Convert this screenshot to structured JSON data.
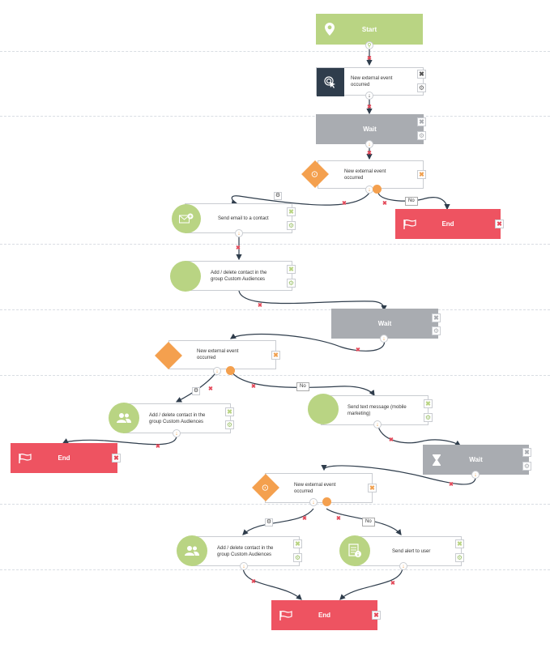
{
  "nodes": {
    "start": {
      "label": "Start"
    },
    "event1": {
      "label": "New external event occurred"
    },
    "wait1": {
      "label": "Wait"
    },
    "cond1": {
      "label": "New external event occurred"
    },
    "end1": {
      "label": "End"
    },
    "email": {
      "label": "Send email to a contact"
    },
    "audience1": {
      "label": "Add / delete contact in the group Custom Audiences"
    },
    "wait2": {
      "label": "Wait"
    },
    "cond2": {
      "label": "New external event occurred"
    },
    "audience2": {
      "label": "Add / delete contact in the group Custom Audiences"
    },
    "sms": {
      "label": "Send text message (mobile marketing)"
    },
    "end2": {
      "label": "End"
    },
    "wait3": {
      "label": "Wait"
    },
    "cond3": {
      "label": "New external event occurred"
    },
    "audience3": {
      "label": "Add / delete contact in the group Custom Audiences"
    },
    "alert": {
      "label": "Send alert to user"
    },
    "end3": {
      "label": "End"
    }
  },
  "branch_labels": {
    "no1": "No",
    "no2": "No",
    "no3": "No"
  },
  "icons": {
    "delete": "✖",
    "settings": "⚙",
    "flag": "flag-icon",
    "pin": "map-pin-icon",
    "cursor": "cursor-click-icon",
    "hourglass": "hourglass-icon",
    "users": "users-icon",
    "mail": "mail-icon",
    "alert": "alert-icon"
  },
  "colors": {
    "start": "#b9d483",
    "wait": "#a9acb1",
    "end": "#ee5361",
    "condition": "#f4a04e",
    "event": "#2f3d4c"
  }
}
